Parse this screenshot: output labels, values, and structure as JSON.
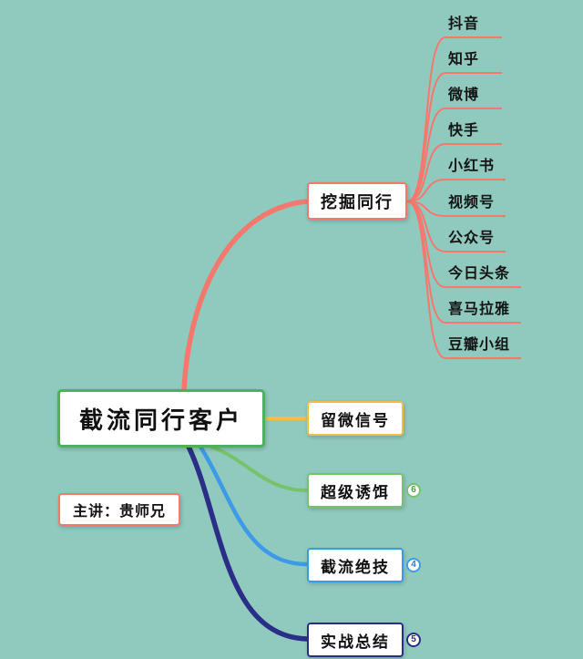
{
  "canvas": {
    "background_color": "#90C9BE"
  },
  "root": {
    "label": "截流同行客户",
    "border_color": "#4DB05B"
  },
  "presenter": {
    "label": "主讲：贵师兄",
    "border_color": "#F4786D"
  },
  "branches": [
    {
      "label": "挖掘同行",
      "color": "#F4786D",
      "children": [
        "抖音",
        "知乎",
        "微博",
        "快手",
        "小红书",
        "视频号",
        "公众号",
        "今日头条",
        "喜马拉雅",
        "豆瓣小组"
      ]
    },
    {
      "label": "留微信号",
      "color": "#F2BE45"
    },
    {
      "label": "超级诱饵",
      "color": "#76C36A",
      "badge": "6"
    },
    {
      "label": "截流绝技",
      "color": "#3D9AE8",
      "badge": "4"
    },
    {
      "label": "实战总结",
      "color": "#2A2E86",
      "badge": "5"
    }
  ]
}
